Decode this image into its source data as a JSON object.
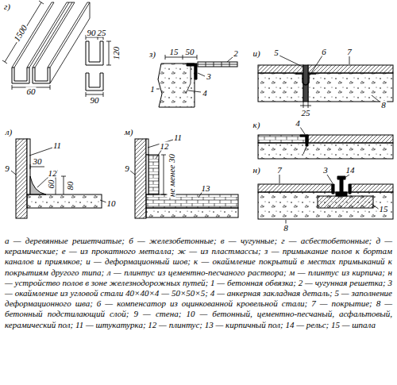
{
  "diagram": {
    "caption": "а — деревянные решетчатые; б — железобетонные; в — чугунные; г — асбестобетонные; д — керамические; е — из прокатного металла; ж — из пластмассы; з — примыкание полов к бортам каналов и приямков; и — деформационный шов; к — окаймление покрытий в местах примыканий к покрытиям другого типа; л — плинтус из цементно-песчаного раствора; м — плинтус из кирпича; н — устройство полов в зоне железнодорожных путей; 1 — бетонная обвязка; 2 — чугунная решетка; 3 — окаймление из угловой стали 40×40×4 — 50×50×5; 4 — анкерная закладная деталь; 5 — заполнение деформационного шва; 6 — компенсатор из оцинкованной кровельной стали; 7 — покрытие; 8 — бетонный подстилающий слой; 9 — стена; 10 — бетонный, цементно-песчаный, асфальтовый, керамический пол; 11 — штукатурка; 12 — плинтус; 13 — кирпичный пол; 14 — рельс; 15 — шпала",
    "labels": [
      "г)",
      "1500",
      "60",
      "90",
      "25",
      "120",
      "90",
      "з)",
      "15",
      "50",
      "2",
      "1",
      "3",
      "4",
      "и)",
      "5",
      "6",
      "7",
      "8",
      "25",
      "к)",
      "4",
      "л)",
      "11",
      "9",
      "30",
      "12",
      "60",
      "80",
      "10",
      "м)",
      "11",
      "9",
      "12",
      "не менее 30",
      "13",
      "н)",
      "7",
      "3",
      "14",
      "15",
      "8"
    ]
  }
}
